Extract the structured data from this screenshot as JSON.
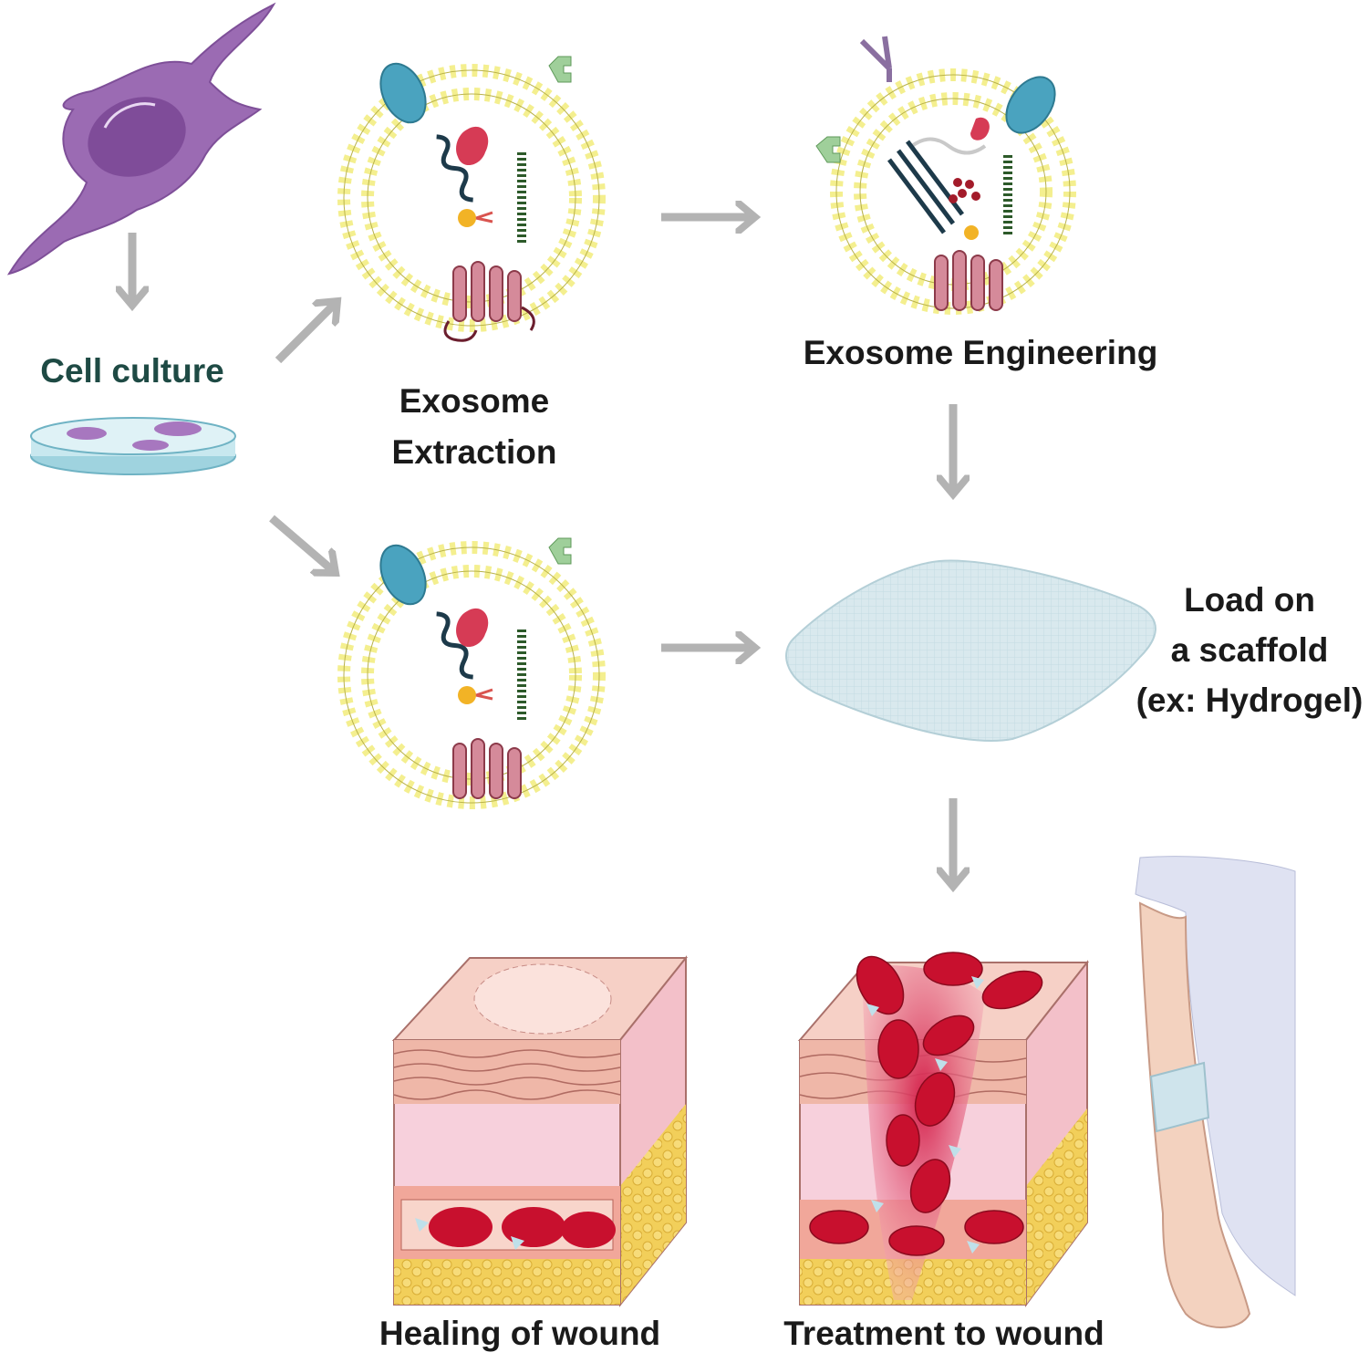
{
  "labels": {
    "cell_culture": "Cell culture",
    "exosome_extraction": [
      "Exosome",
      "Extraction"
    ],
    "exosome_engineering": "Exosome Engineering",
    "load_on_scaffold": [
      "Load on",
      "a scaffold",
      "(ex: Hydrogel)"
    ],
    "healing_of_wound": "Healing of wound",
    "treatment_to_wound": "Treatment to wound"
  },
  "colors": {
    "arrow": "#b3b3b3",
    "cell": "#9b6bb3",
    "membrane": "#f4ef8f",
    "membrane_edge": "#b9b24a",
    "protein_teal": "#4aa3bf",
    "protein_red": "#c94a55",
    "dna": "#1d3a4a",
    "skin": "#f3c4bb",
    "fat": "#f2cf5a",
    "blood": "#c8102e",
    "scaffold": "#d6e7ec"
  }
}
